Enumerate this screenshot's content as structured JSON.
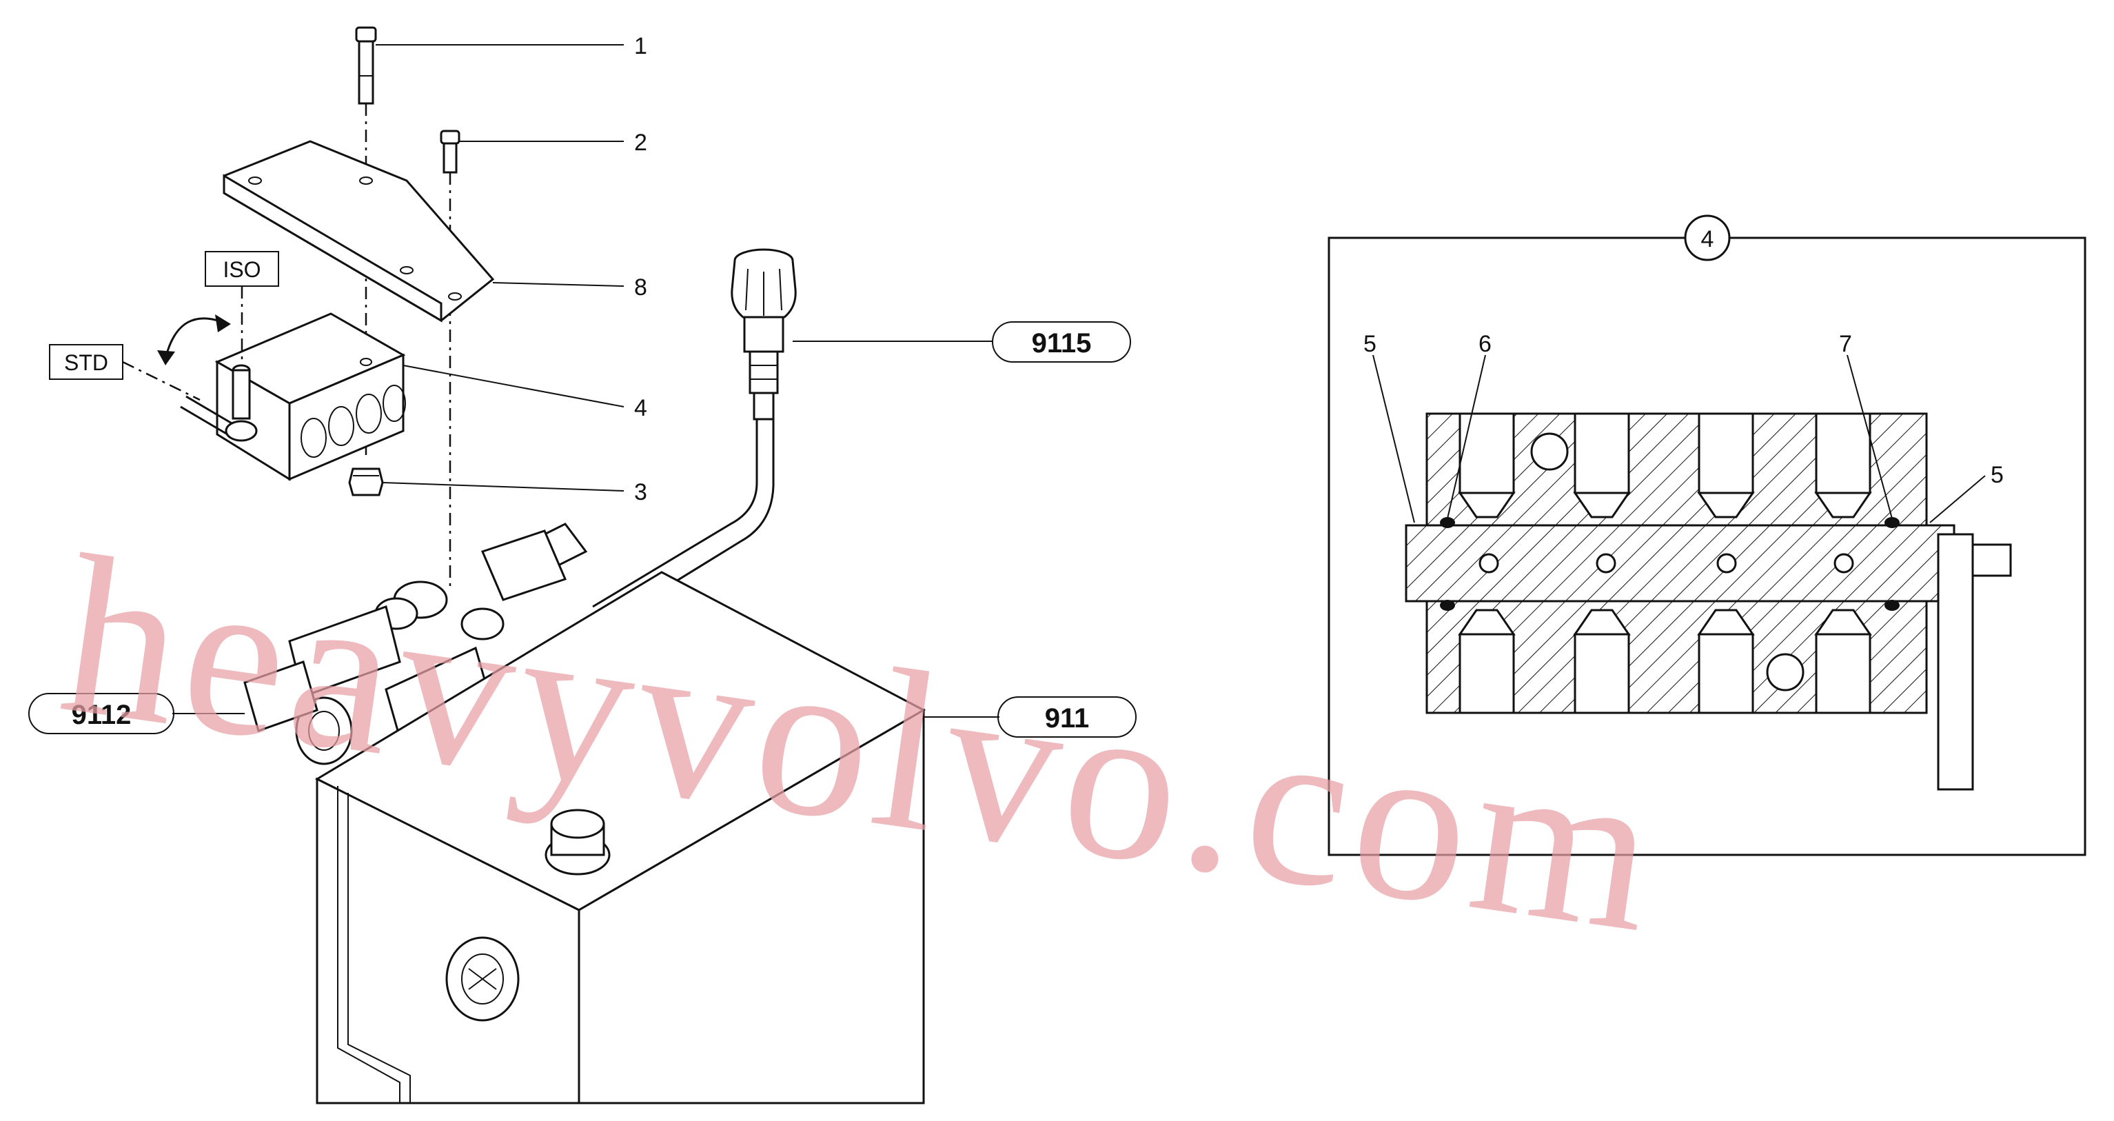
{
  "callouts": {
    "bolt_long": "1",
    "bolt_short": "2",
    "nut": "3",
    "valve_block": "4",
    "bracket": "8"
  },
  "option_labels": {
    "iso": "ISO",
    "std": "STD"
  },
  "reference_labels": {
    "filler_cap": "9115",
    "left_pipe": "9112",
    "tank": "911"
  },
  "detail_view": {
    "title_callout": "4",
    "callouts": {
      "seal_left": "5",
      "oring_left": "6",
      "oring_right": "7",
      "seal_right": "5"
    }
  },
  "watermark": "heavyvolvo.com",
  "colors": {
    "line": "#111111",
    "watermark": "#e8a0a6",
    "background": "#ffffff"
  }
}
